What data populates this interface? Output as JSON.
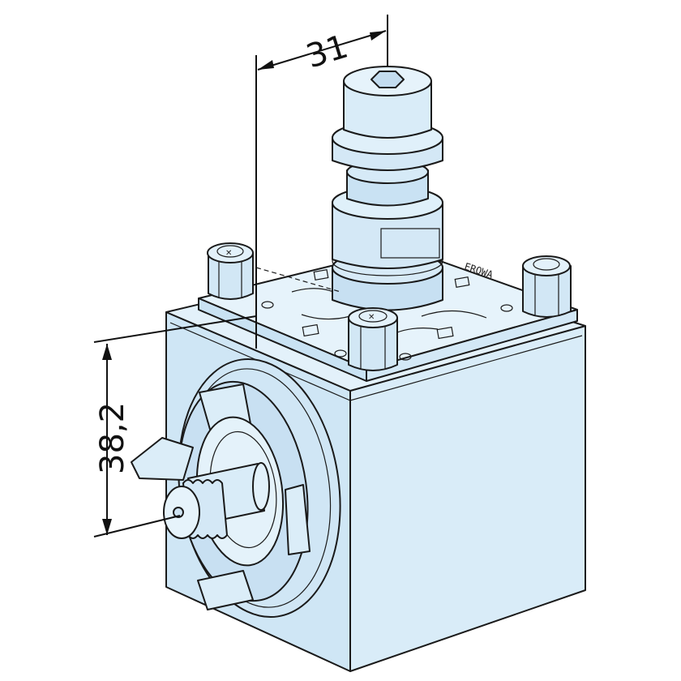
{
  "drawing": {
    "dimensions": [
      {
        "id": "width",
        "label": "31"
      },
      {
        "id": "height",
        "label": "38,2"
      }
    ],
    "brand_mark": "EROWA",
    "colors": {
      "body_light": "#dcedf8",
      "body_mid": "#cfe6f5",
      "body_dark": "#bcd9ee",
      "line": "#1a1a1a"
    }
  }
}
